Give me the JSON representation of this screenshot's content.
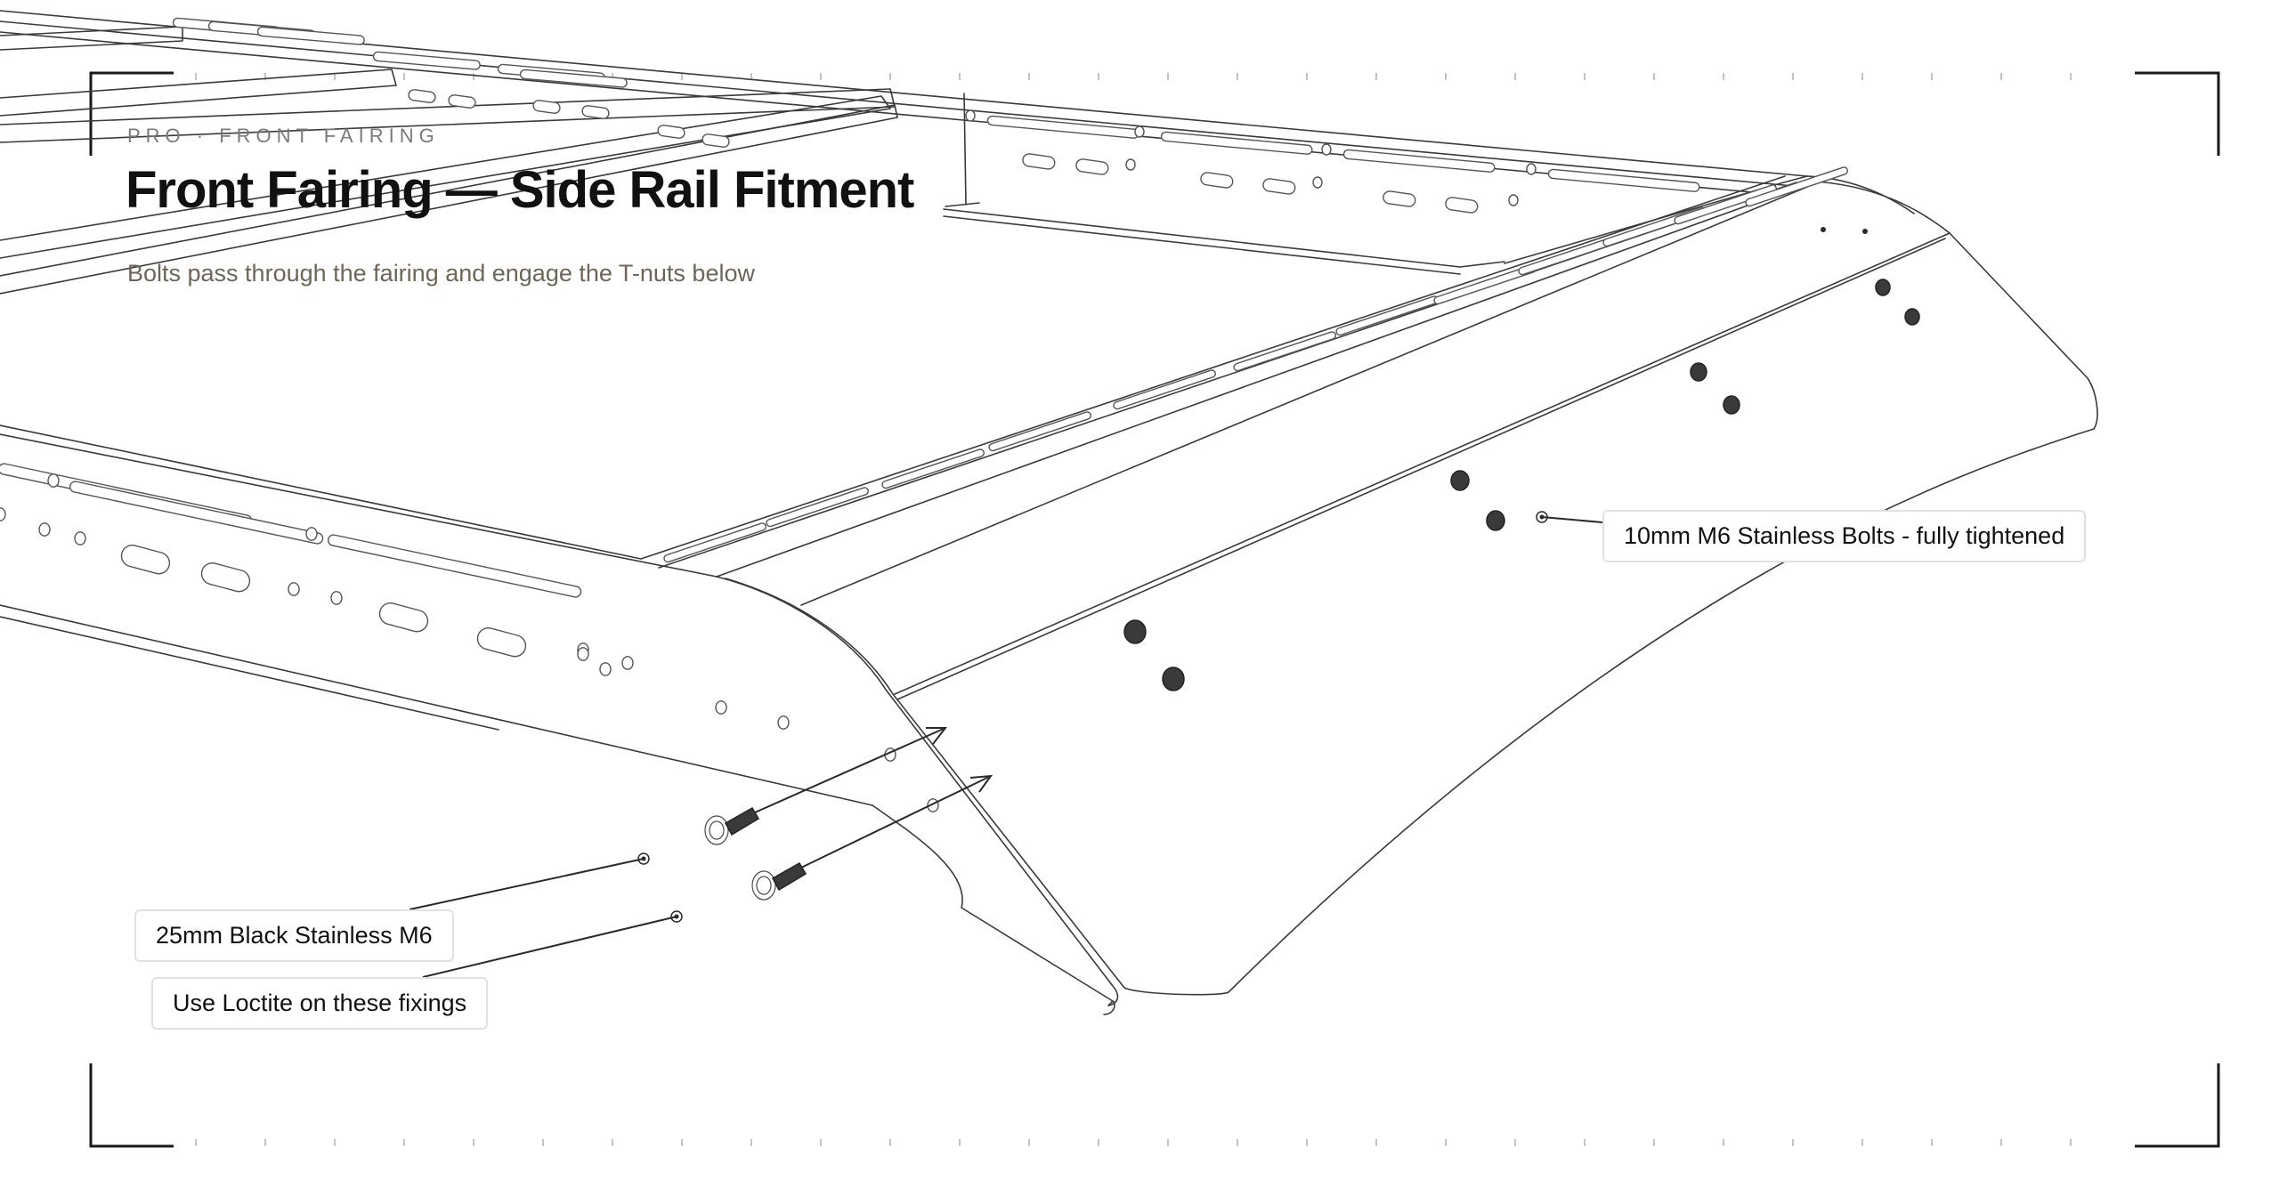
{
  "header": {
    "eyebrow": "PRO · FRONT FAIRING",
    "title": "Front Fairing — Side Rail Fitment",
    "subtitle": "Bolts pass through the fairing and engage the T-nuts below"
  },
  "callouts": {
    "bolts_10mm": "10mm M6 Stainless Bolts - fully tightened",
    "bolts_25mm": "25mm Black Stainless M6",
    "loctite": "Use Loctite on these fixings"
  },
  "colors": {
    "title": "#111111",
    "subtitle": "#6e6658",
    "line": "#3a3a3a",
    "frame": "#1a1a1a"
  }
}
